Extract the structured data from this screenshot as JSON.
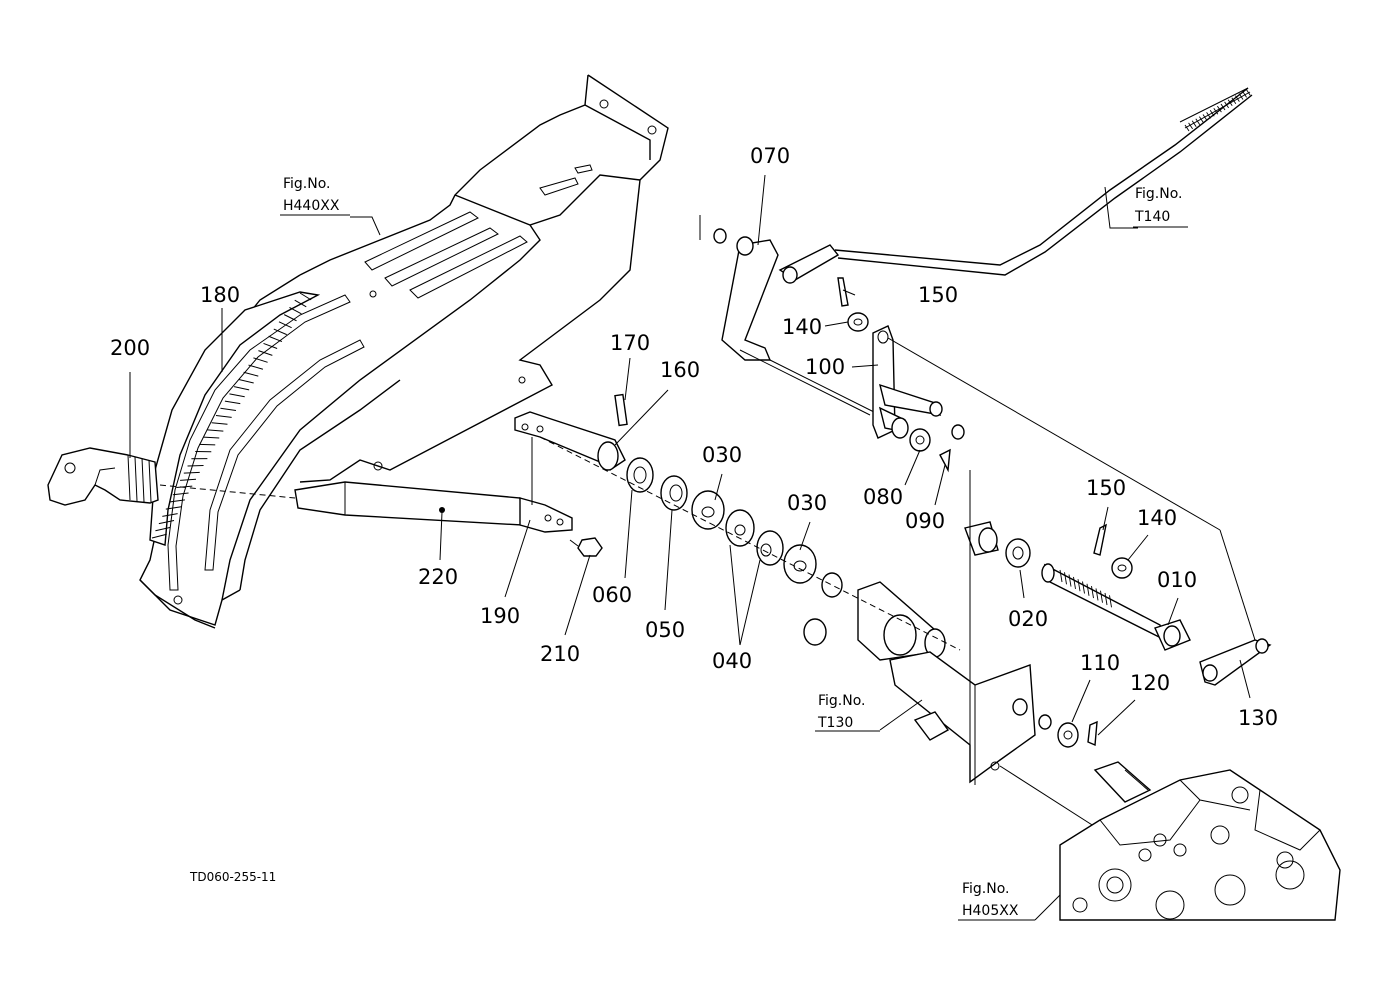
{
  "drawing_code": "TD060-255-11",
  "figure_refs": [
    {
      "id": "h440",
      "label": "Fig.No.",
      "code": "H440XX"
    },
    {
      "id": "t140",
      "label": "Fig.No.",
      "code": "T140"
    },
    {
      "id": "t130",
      "label": "Fig.No.",
      "code": "T130"
    },
    {
      "id": "h405",
      "label": "Fig.No.",
      "code": "H405XX"
    }
  ],
  "part_labels": {
    "p070": "070",
    "p150a": "150",
    "p140a": "140",
    "p100": "100",
    "p180": "180",
    "p200": "200",
    "p170": "170",
    "p160": "160",
    "p030a": "030",
    "p030b": "030",
    "p080": "080",
    "p090": "090",
    "p150b": "150",
    "p140b": "140",
    "p010": "010",
    "p220": "220",
    "p190": "190",
    "p210": "210",
    "p060": "060",
    "p050": "050",
    "p040": "040",
    "p020": "020",
    "p110": "110",
    "p120": "120",
    "p130": "130"
  }
}
